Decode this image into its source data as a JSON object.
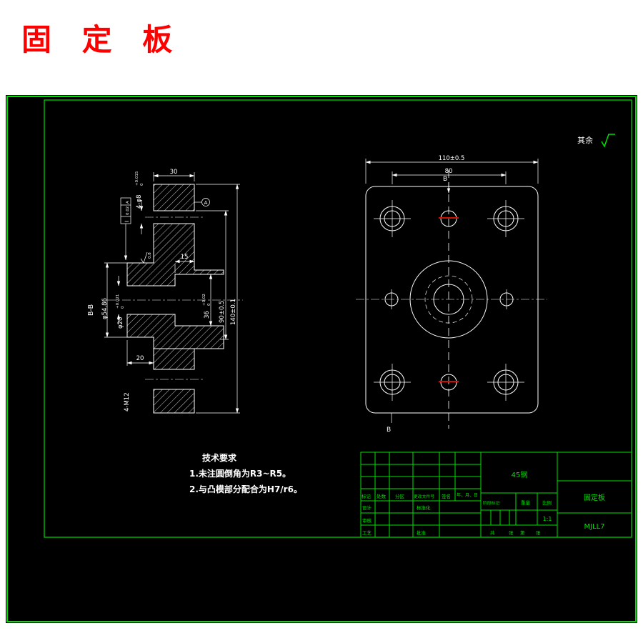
{
  "page": {
    "title": "固 定 板"
  },
  "canvas": {
    "rest_label": "其余",
    "tech": {
      "title": "技术要求",
      "item1": "1.未注圆倒角为R3~R5。",
      "item2": "2.与凸模部分配合为H7/r6。"
    },
    "section": {
      "name": "B-B",
      "dim_30": "30",
      "dim_15": "15",
      "dim_20": "20",
      "thread": "4-M12",
      "pin": "4-φ8",
      "pin_up": "+0.015",
      "pin_dn": "0",
      "bore": "φ20",
      "bore_up": "+0.021",
      "bore_dn": "0",
      "boss": "φ54.86",
      "cbore": "36",
      "cbore_up": "+0.02",
      "cbore_dn": "0",
      "dim_90": "90±0.5",
      "dim_140": "140±0.1",
      "rough": "0.8",
      "fcf_sym": "∥",
      "fcf_val": "0.02",
      "fcf_datum": "A",
      "datum": "A"
    },
    "plan": {
      "dim_110": "110±0.5",
      "dim_80": "80",
      "mark_top": "B",
      "mark_bottom": "B"
    }
  },
  "title_block": {
    "h_mark": "标记",
    "h_count": "处数",
    "h_zone": "分区",
    "h_doc": "更改文件号",
    "h_sign": "签名",
    "h_date": "年、月、日",
    "design": "设计",
    "standardize": "标准化",
    "audit": "审核",
    "process": "工艺",
    "approve": "批准",
    "material": "45钢",
    "stage": "阶段标记",
    "weight": "重量",
    "scale_label": "比例",
    "scale_val": "1:1",
    "s_total": "共",
    "s_sheet": "张",
    "s_no": "第",
    "s_sheet2": "张",
    "part_name": "固定板",
    "drawing_no": "MJLL7"
  },
  "colors": {
    "bg": "#000000",
    "line": "#ffffff",
    "frame": "#00e000",
    "title_red": "#ff0000",
    "center_mark": "#cc1100"
  }
}
